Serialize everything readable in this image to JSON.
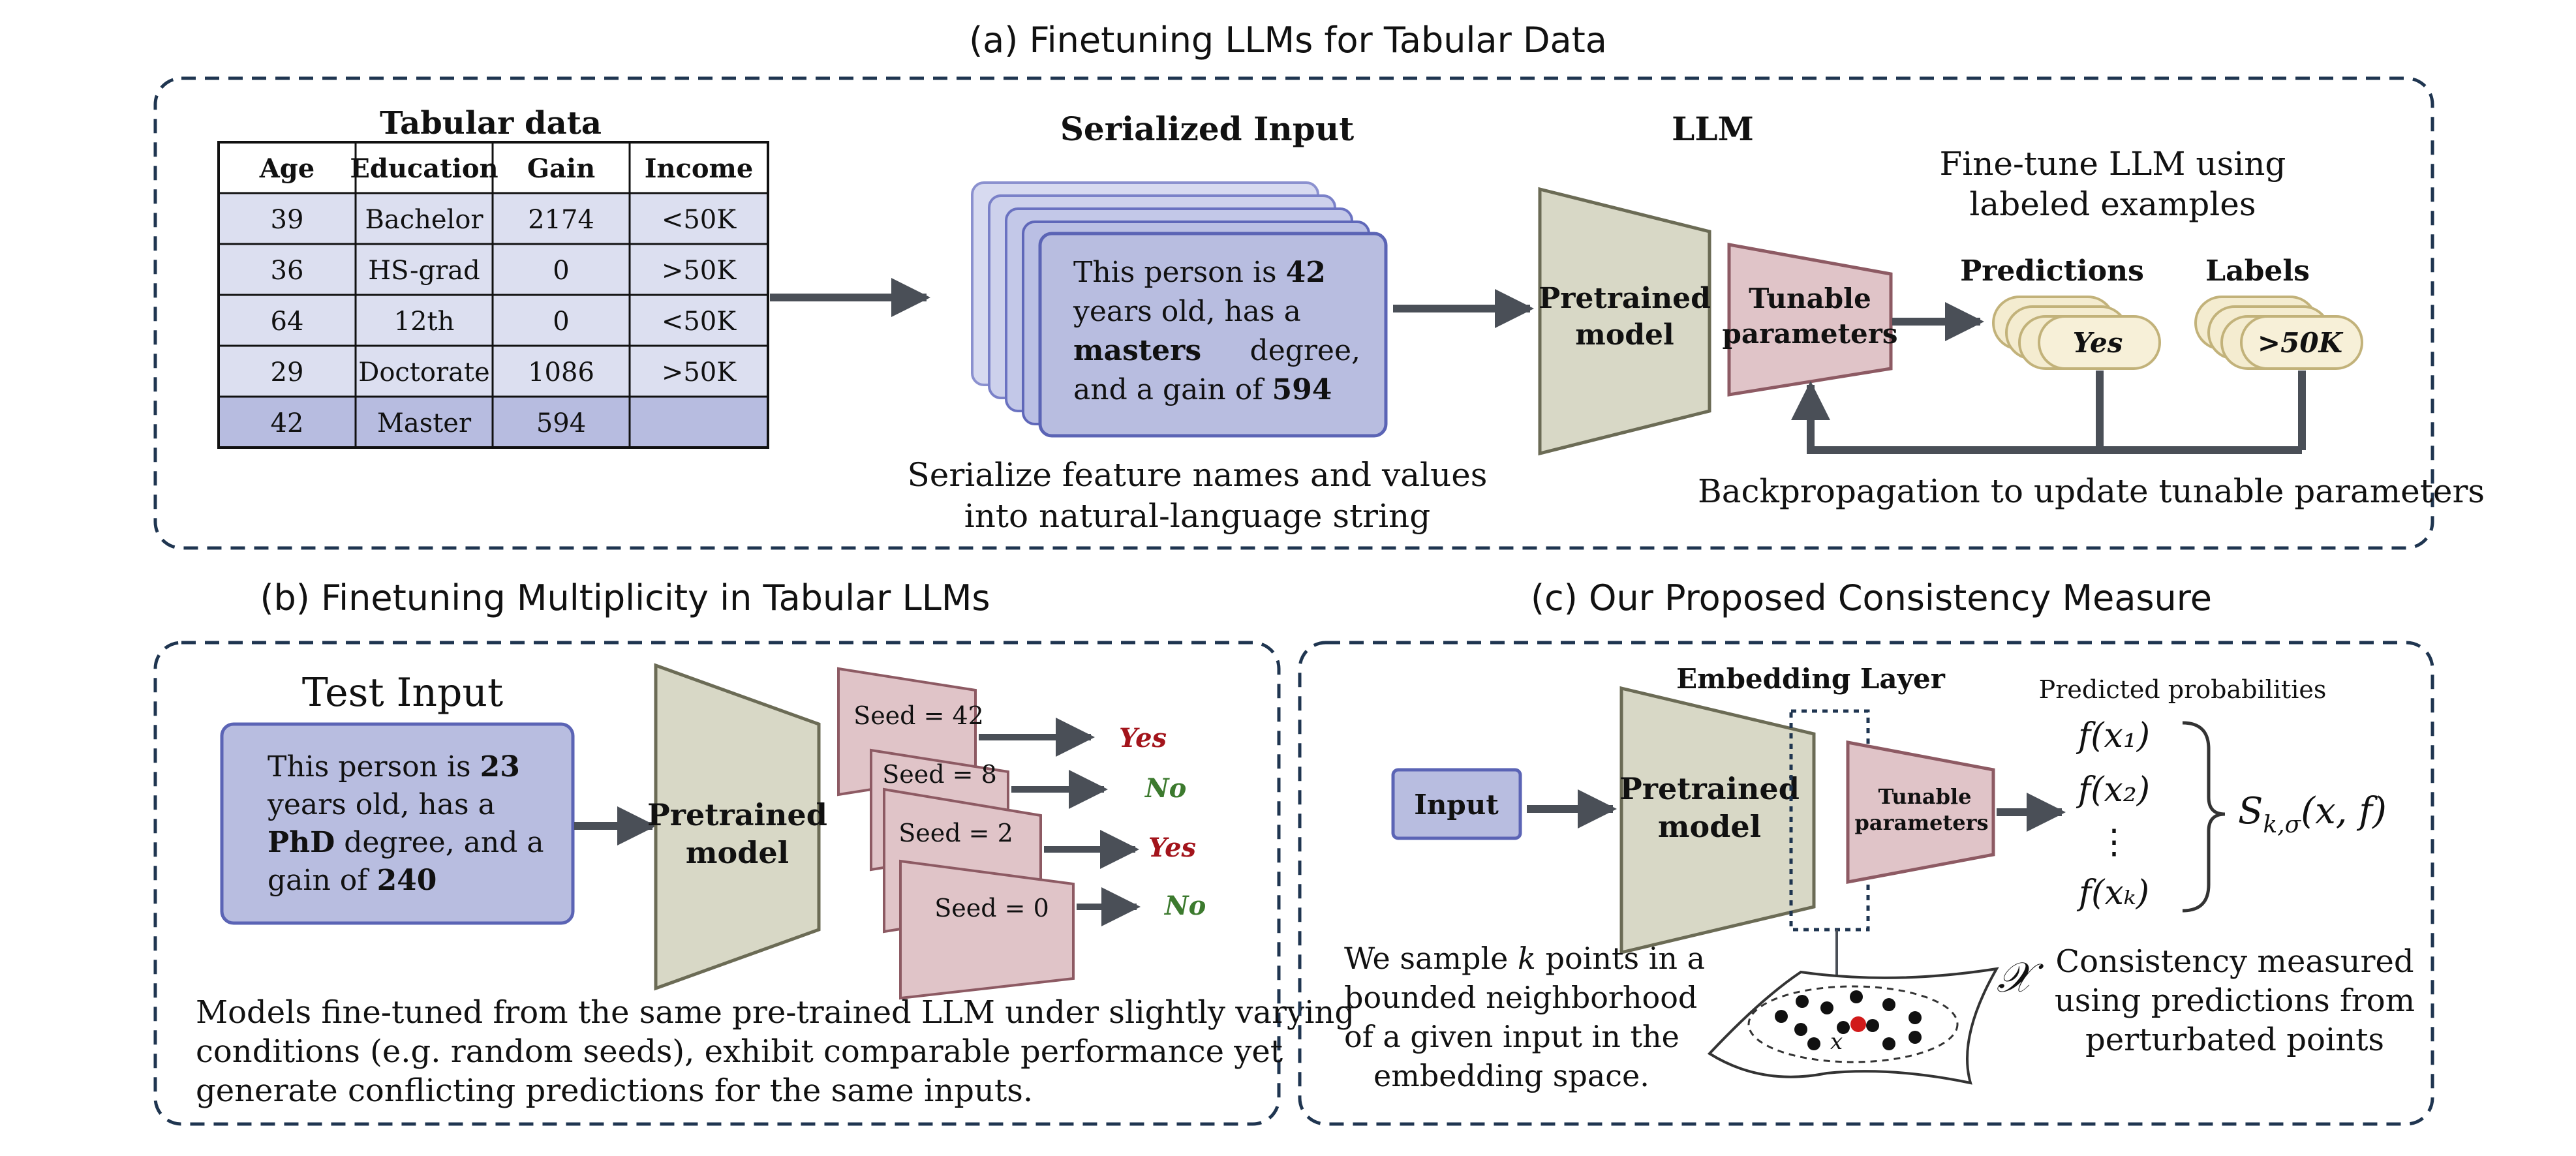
{
  "panel_a": {
    "title": "(a) Finetuning LLMs for Tabular Data",
    "table": {
      "title": "Tabular data",
      "headers": [
        "Age",
        "Education",
        "Gain",
        "Income"
      ],
      "rows": [
        [
          "39",
          "Bachelor",
          "2174",
          "<50K"
        ],
        [
          "36",
          "HS-grad",
          "0",
          ">50K"
        ],
        [
          "64",
          "12th",
          "0",
          "<50K"
        ],
        [
          "29",
          "Doctorate",
          "1086",
          ">50K"
        ],
        [
          "42",
          "Master",
          "594",
          ""
        ]
      ]
    },
    "serialized": {
      "title": "Serialized Input",
      "line1_pre": "This person is ",
      "line1_bold": "42",
      "line2": "years old, has a",
      "line3_bold": "masters",
      "line3_post": "degree,",
      "line4_pre": "and a gain of ",
      "line4_bold": "594",
      "caption_line1": "Serialize feature names and values",
      "caption_line2": "into natural-language string"
    },
    "llm": {
      "title": "LLM",
      "pretrained_line1": "Pretrained",
      "pretrained_line2": "model",
      "tunable_line1": "Tunable",
      "tunable_line2": "parameters"
    },
    "finetune_line1": "Fine-tune LLM using",
    "finetune_line2": "labeled examples",
    "predictions_label": "Predictions",
    "prediction_value": "Yes",
    "labels_label": "Labels",
    "label_value": ">50K",
    "backprop": "Backpropagation to update tunable parameters"
  },
  "panel_b": {
    "title": "(b) Finetuning Multiplicity in Tabular LLMs",
    "test_input_title": "Test Input",
    "test_line1_pre": "This person is ",
    "test_line1_bold": "23",
    "test_line2": "years old, has a",
    "test_line3_bold": "PhD",
    "test_line3_post": " degree, and a",
    "test_line4_pre": "gain of ",
    "test_line4_bold": "240",
    "pretrained_line1": "Pretrained",
    "pretrained_line2": "model",
    "seeds": [
      {
        "label": "Seed = 42",
        "output": "Yes",
        "color": "#a3141b"
      },
      {
        "label": "Seed = 8",
        "output": "No",
        "color": "#3c7a2e"
      },
      {
        "label": "Seed = 2",
        "output": "Yes",
        "color": "#a3141b"
      },
      {
        "label": "Seed = 0",
        "output": "No",
        "color": "#3c7a2e"
      }
    ],
    "caption_line1": "Models fine-tuned from the same pre-trained LLM under slightly varying",
    "caption_line2": "conditions (e.g. random seeds), exhibit comparable performance yet",
    "caption_line3": "generate conflicting predictions for the same inputs."
  },
  "panel_c": {
    "title": "(c) Our Proposed Consistency Measure",
    "input_label": "Input",
    "pretrained_line1": "Pretrained",
    "pretrained_line2": "model",
    "embedding_layer": "Embedding Layer",
    "tunable_line1": "Tunable",
    "tunable_line2": "parameters",
    "predicted_probabilities": "Predicted probabilities",
    "f_x1": "f(x₁)",
    "f_x2": "f(x₂)",
    "f_dots": "⋮",
    "f_xk": "f(xₖ)",
    "measure": "S",
    "measure_sub": "k,σ",
    "measure_args": "(x, f)",
    "space_label": "𝒳",
    "point_label": "x",
    "sample_line1_pre": "We sample ",
    "sample_line1_k": "k",
    "sample_line1_post": " points in a",
    "sample_line2": "bounded neighborhood",
    "sample_line3": "of a given input in the",
    "sample_line4": "embedding space.",
    "consistency_line1": "Consistency measured",
    "consistency_line2": "using predictions from",
    "consistency_line3": "perturbated points"
  },
  "colors": {
    "input_fill": "#b8bde0",
    "input_stroke": "#5b64b5",
    "pretrained_fill": "#d8d8c6",
    "pretrained_stroke": "#6b6b55",
    "tunable_fill": "#e0c4c8",
    "tunable_stroke": "#8d5a63",
    "pill_fill": "#f4ecd0",
    "pill_stroke": "#c2b27a",
    "panel_border": "#1f3550",
    "arrow": "#4a4f57"
  }
}
